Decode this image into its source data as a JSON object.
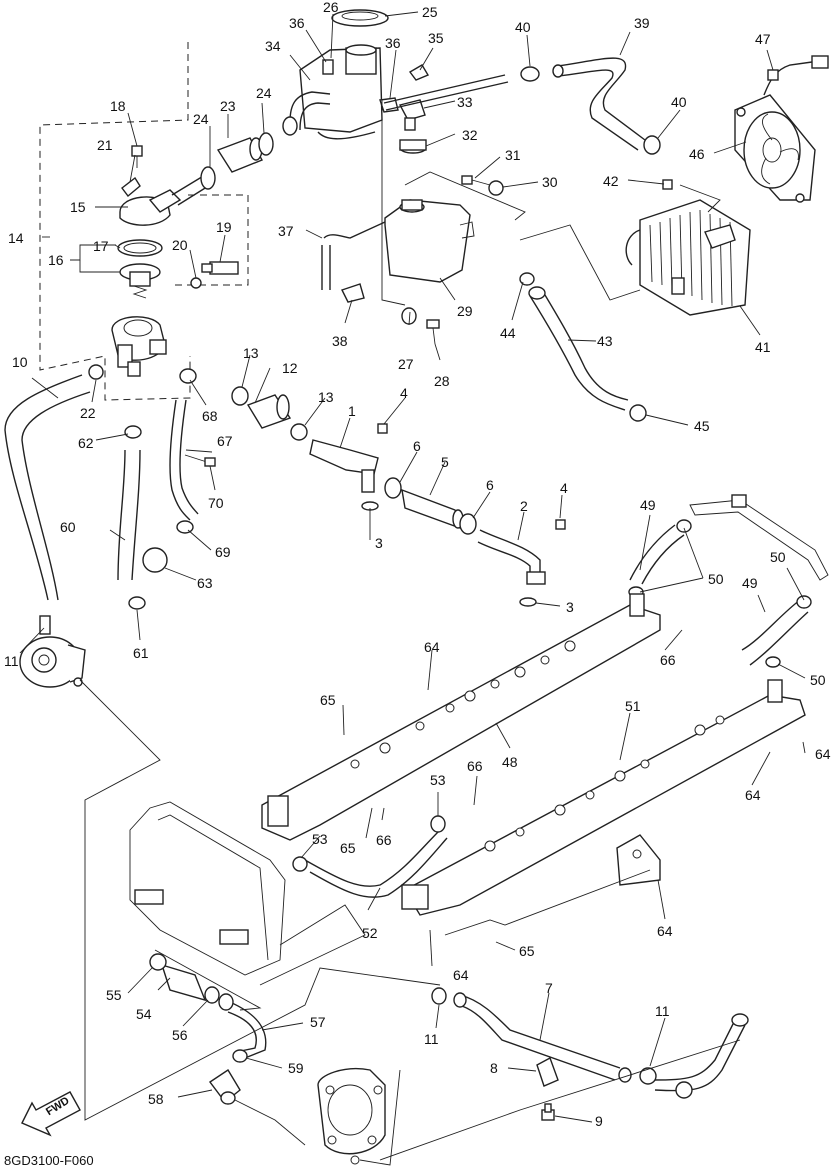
{
  "diagram": {
    "code": "8GD3100-F060",
    "fwd_label": "FWD",
    "callouts": [
      "1",
      "2",
      "3",
      "4",
      "5",
      "6",
      "7",
      "8",
      "9",
      "10",
      "11",
      "12",
      "13",
      "14",
      "15",
      "16",
      "17",
      "18",
      "19",
      "20",
      "21",
      "22",
      "23",
      "24",
      "25",
      "26",
      "27",
      "28",
      "29",
      "30",
      "31",
      "32",
      "33",
      "34",
      "35",
      "36",
      "37",
      "38",
      "39",
      "40",
      "41",
      "42",
      "43",
      "44",
      "45",
      "46",
      "47",
      "48",
      "49",
      "50",
      "51",
      "52",
      "53",
      "54",
      "55",
      "56",
      "57",
      "58",
      "59",
      "60",
      "61",
      "62",
      "63",
      "64",
      "65",
      "66",
      "67",
      "68",
      "69",
      "70"
    ]
  }
}
